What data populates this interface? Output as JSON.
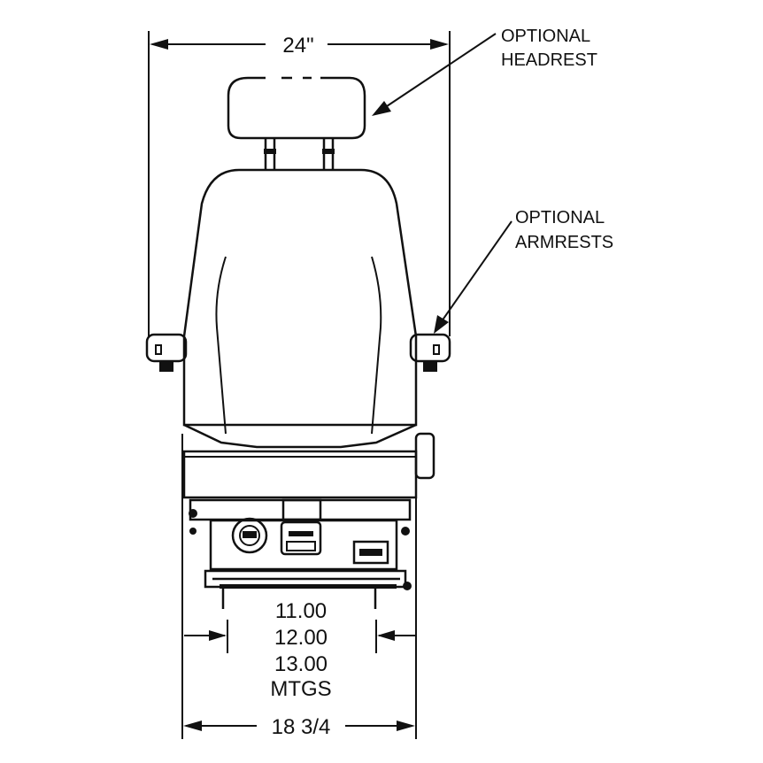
{
  "dimensions": {
    "overall_width": "24\"",
    "base_width": "18 3/4",
    "mountings": [
      "11.00",
      "12.00",
      "13.00"
    ],
    "mountings_label": "MTGS"
  },
  "callouts": {
    "headrest": [
      "OPTIONAL",
      "HEADREST"
    ],
    "armrests": [
      "OPTIONAL",
      "ARMRESTS"
    ]
  },
  "colors": {
    "line": "#111111",
    "background": "#ffffff"
  }
}
